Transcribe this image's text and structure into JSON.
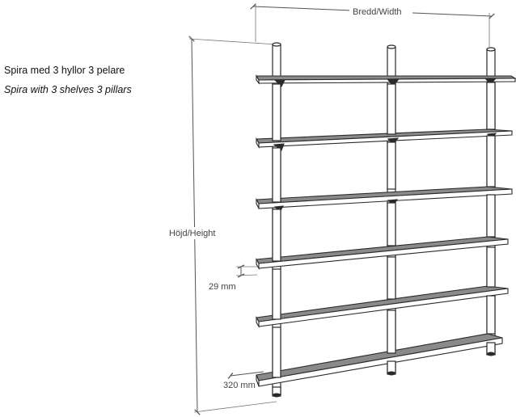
{
  "captions": {
    "swedish": "Spira med 3 hyllor 3 pelare",
    "english": "Spira with 3 shelves 3 pillars"
  },
  "dimensions": {
    "width_label": "Bredd/Width",
    "height_label": "Höjd/Height",
    "shelf_thickness": "29 mm",
    "shelf_depth": "320 mm"
  },
  "colors": {
    "shelf_top": "#8a8a8a",
    "line": "#2a2a2a",
    "dimension_line": "#555555"
  }
}
